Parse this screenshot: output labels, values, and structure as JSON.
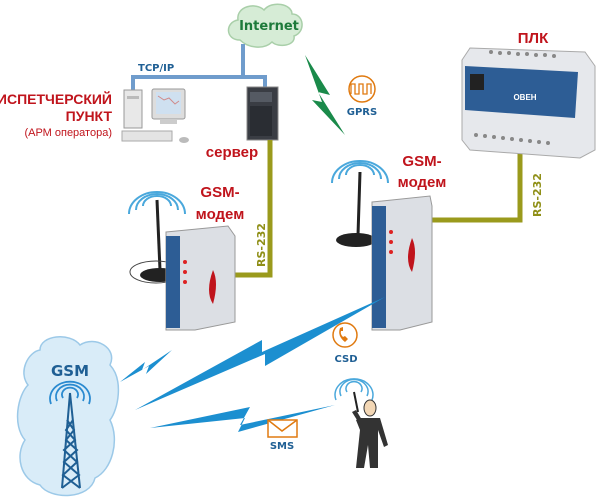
{
  "labels": {
    "internet": "Internet",
    "tcpip": "TCP/IP",
    "dispatch_line1": "ДИСПЕТЧЕРСКИЙ",
    "dispatch_line2": "ПУНКТ",
    "dispatch_line3": "(АРМ оператора)",
    "server": "сервер",
    "gprs": "GPRS",
    "plc": "ПЛК",
    "rs232_left": "RS-232",
    "rs232_right": "RS-232",
    "modem_left_line1": "GSM-",
    "modem_left_line2": "модем",
    "modem_right_line1": "GSM-",
    "modem_right_line2": "модем",
    "gsm": "GSM",
    "csd": "CSD",
    "sms": "SMS",
    "plc_brand": "ОВЕН"
  },
  "colors": {
    "title_red": "#c0141c",
    "network_blue": "#6f9ccc",
    "serial_olive": "#9a9a1c",
    "wireless_blue": "#1c8fd0",
    "gprs_green": "#1a8a4a",
    "icon_orange": "#e07a10"
  }
}
